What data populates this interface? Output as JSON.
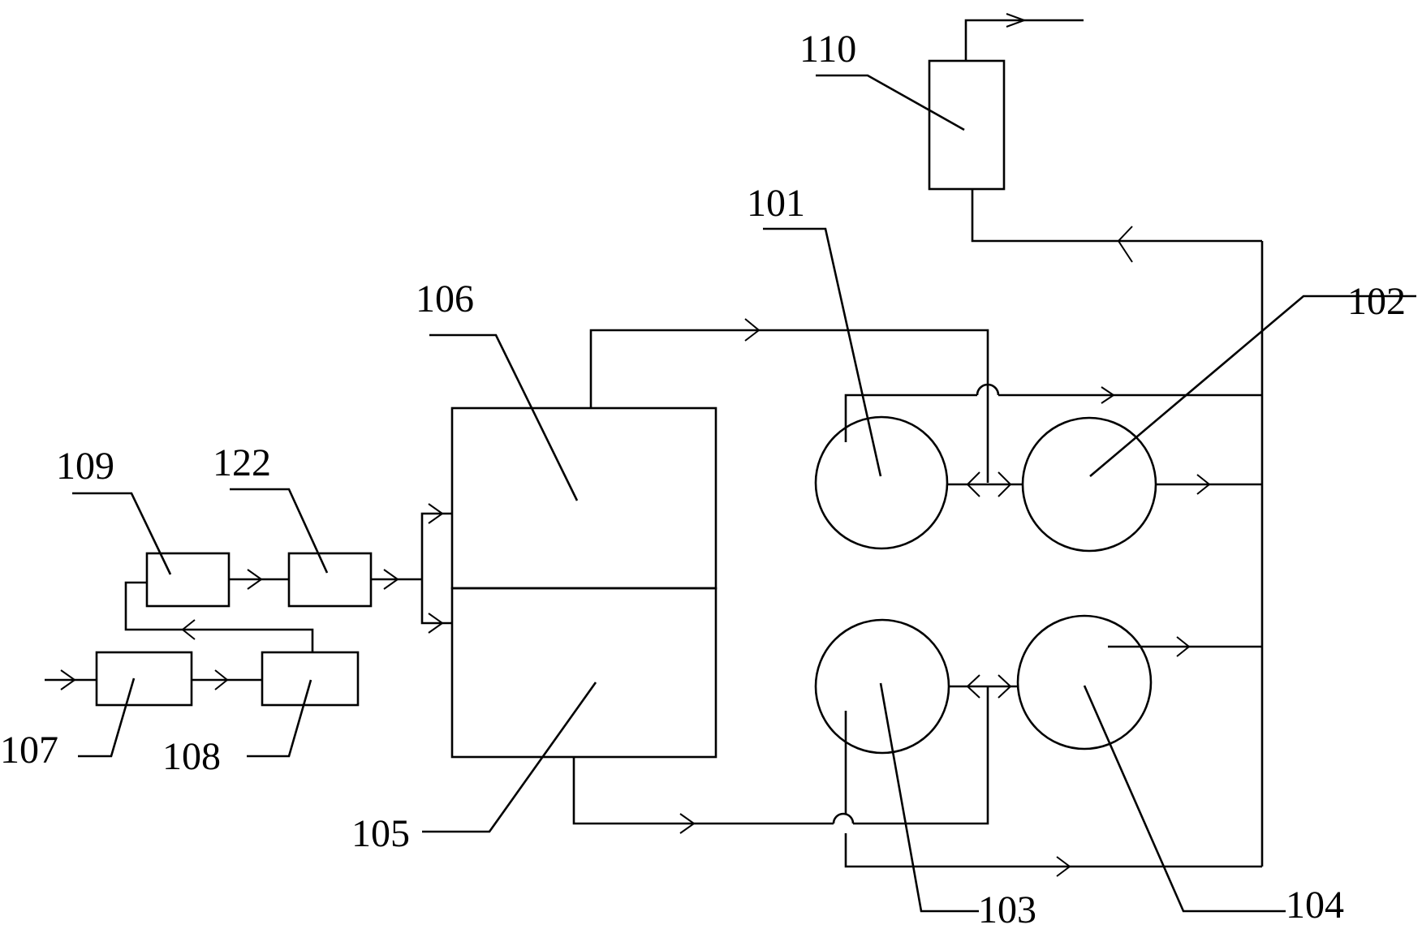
{
  "labels": {
    "l101": "101",
    "l102": "102",
    "l103": "103",
    "l104": "104",
    "l105": "105",
    "l106": "106",
    "l107": "107",
    "l108": "108",
    "l109": "109",
    "l110": "110",
    "l122": "122"
  },
  "colors": {
    "line": "#000000",
    "background": "#ffffff"
  }
}
